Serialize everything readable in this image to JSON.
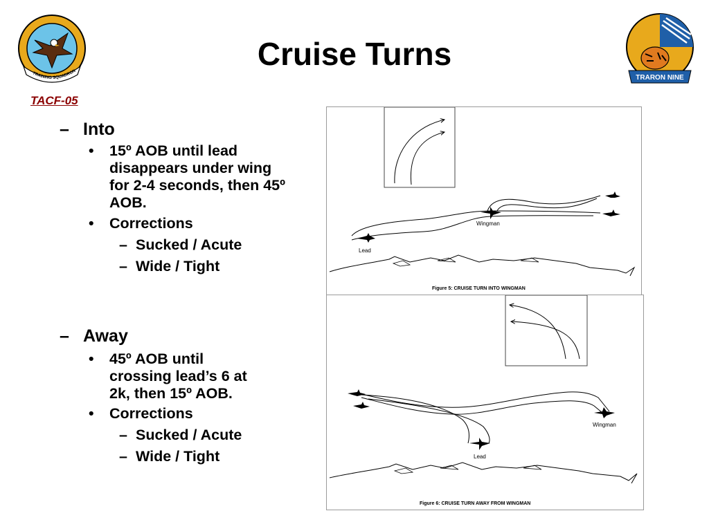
{
  "slide": {
    "title": "Cruise Turns",
    "code": "TACF-05"
  },
  "logos": {
    "left": {
      "icon": "eagle-squadron-seal",
      "ring_text": "TRAINING SQUADRON SEVEN"
    },
    "right": {
      "icon": "tiger-squadron-seal",
      "banner_text": "TRARON NINE"
    }
  },
  "bullets": {
    "dash": "–",
    "dot": "•",
    "into": {
      "label": "Into",
      "items": [
        "15º AOB until lead disappears under wing for 2-4 seconds, then 45º AOB.",
        "Corrections"
      ],
      "sub": [
        "Sucked / Acute",
        "Wide / Tight"
      ]
    },
    "away": {
      "label": "Away",
      "items": [
        "45º AOB until crossing lead’s 6 at 2k, then 15º AOB.",
        "Corrections"
      ],
      "sub": [
        "Sucked / Acute",
        "Wide / Tight"
      ]
    }
  },
  "figures": {
    "into": {
      "caption": "Figure 5:  CRUISE TURN INTO WINGMAN",
      "lead_label": "Lead",
      "wingman_label": "Wingman"
    },
    "away": {
      "caption": "Figure 6:  CRUISE TURN AWAY FROM WINGMAN",
      "lead_label": "Lead",
      "wingman_label": "Wingman"
    }
  },
  "colors": {
    "code_text": "#8b0000",
    "logo_gold": "#e8a91c",
    "logo_blue": "#1f5fa8",
    "figure_border": "#9a9a9a"
  }
}
